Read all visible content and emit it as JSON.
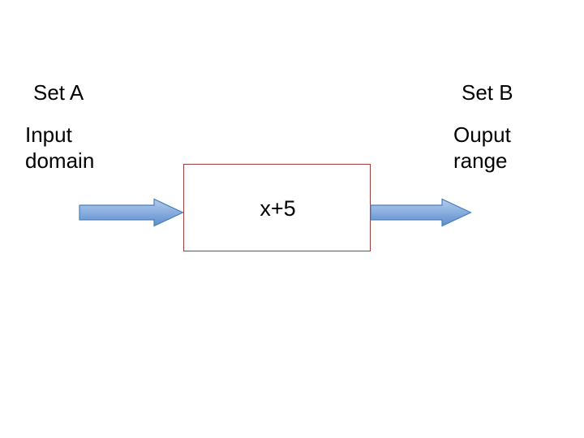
{
  "diagram": {
    "type": "function-machine",
    "background_color": "#FFFFFF",
    "left_group": {
      "set_label": "Set A",
      "description_line1": "Input",
      "description_line2": "domain",
      "description_full": "Input domain"
    },
    "right_group": {
      "set_label": "Set B",
      "description_line1": "Ouput",
      "description_line2": "range",
      "description_full": "Ouput range"
    },
    "process_box": {
      "text": "x+5",
      "border_color": "#9E3B3B",
      "fill_color": "#FFFFFF"
    },
    "arrows": [
      {
        "name": "input-arrow",
        "direction": "right",
        "from": "Set A",
        "to": "x+5",
        "fill_top_color": "#9CBCE4",
        "fill_bottom_color": "#6490CE",
        "outline_color": "#4A7EBB"
      },
      {
        "name": "output-arrow",
        "direction": "right",
        "from": "x+5",
        "to": "Set B",
        "fill_top_color": "#9CBCE4",
        "fill_bottom_color": "#6490CE",
        "outline_color": "#4A7EBB"
      }
    ],
    "colors": {
      "text": "#000000",
      "box_border": "#9E3B3B",
      "arrow_fill_light": "#9CBCE4",
      "arrow_fill_dark": "#6490CE",
      "arrow_outline": "#4A7EBB"
    }
  }
}
